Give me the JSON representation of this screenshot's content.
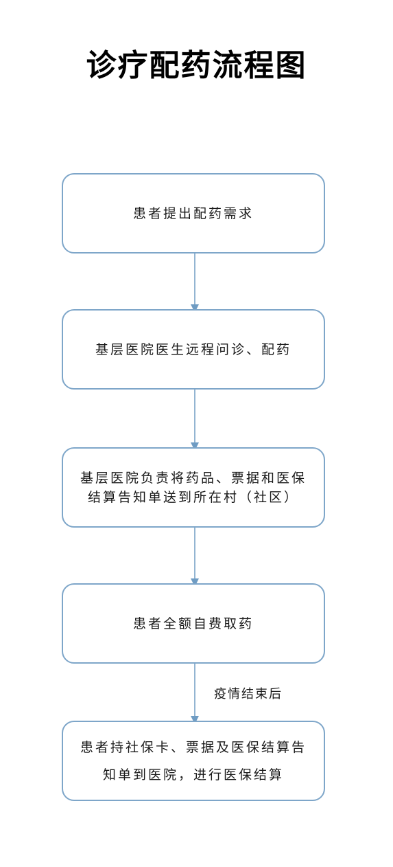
{
  "title": "诊疗配药流程图",
  "steps": [
    {
      "lines": [
        "患者提出配药需求"
      ]
    },
    {
      "lines": [
        "基层医院医生远程问诊、配药"
      ]
    },
    {
      "lines": [
        "基层医院负责将药品、票据和医保",
        "结算告知单送到所在村（社区）"
      ]
    },
    {
      "lines": [
        "患者全额自费取药"
      ]
    },
    {
      "lines": [
        "患者持社保卡、票据及医保结算告",
        "知单到医院，进行医保结算"
      ]
    }
  ],
  "edge_labels": {
    "step4_to_step5": "疫情结束后"
  },
  "colors": {
    "box_border": "#7ea6c9",
    "arrow": "#6f9cc3",
    "text": "#1a1a1a"
  }
}
